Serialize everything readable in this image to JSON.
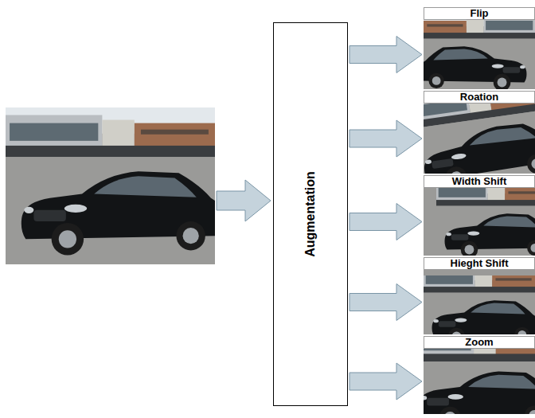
{
  "diagram": {
    "nodes": [
      {
        "text": [
          "Augmentation"
        ]
      },
      {
        "text": [
          "Flip"
        ]
      },
      {
        "text": [
          "Roation"
        ]
      },
      {
        "text": [
          "Width Shift"
        ]
      },
      {
        "text": [
          "Hieght Shift"
        ]
      },
      {
        "text": [
          "Zoom"
        ]
      }
    ],
    "edges": [
      {
        "from": 0,
        "to": 1,
        "arrow": "to"
      },
      {
        "from": 0,
        "to": 2,
        "arrow": "to"
      },
      {
        "from": 0,
        "to": 3,
        "arrow": "to"
      },
      {
        "from": 0,
        "to": 4,
        "arrow": "to"
      },
      {
        "from": 0,
        "to": 5,
        "arrow": "to"
      }
    ]
  }
}
